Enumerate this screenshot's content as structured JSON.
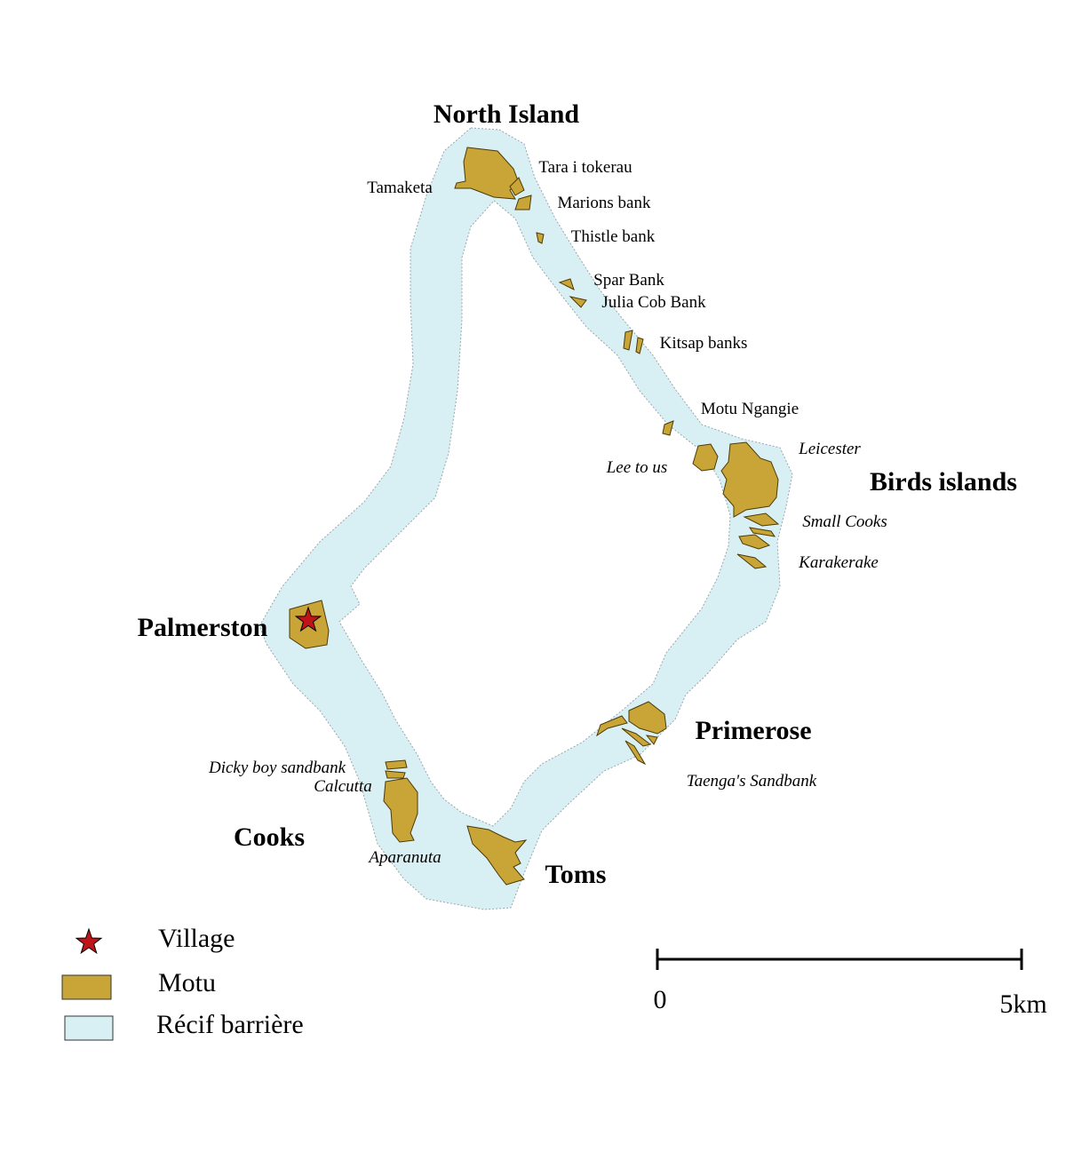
{
  "colors": {
    "reef": "#d8eff4",
    "motu": "#c9a538",
    "motu_stroke": "#4b3a05",
    "village": "#c0141b"
  },
  "major_labels": {
    "north_island": "North Island",
    "birds_islands": "Birds islands",
    "palmerston": "Palmerston",
    "primerose": "Primerose",
    "cooks": "Cooks",
    "toms": "Toms"
  },
  "minor_labels": {
    "tamaketa": "Tamaketa",
    "tara_i_tokerau": "Tara i tokerau",
    "marions_bank": "Marions bank",
    "thistle_bank": "Thistle bank",
    "spar_bank": "Spar Bank",
    "julia_cob_bank": "Julia Cob Bank",
    "kitsap_banks": "Kitsap banks",
    "motu_ngangie": "Motu Ngangie",
    "leicester": "Leicester",
    "lee_to_us": "Lee to us",
    "small_cooks": "Small Cooks",
    "karakerake": "Karakerake",
    "dicky_boy_sandbank": "Dicky boy sandbank",
    "calcutta": "Calcutta",
    "aparanuta": "Aparanuta",
    "taengas_sandbank": "Taenga's Sandbank"
  },
  "legend": {
    "village": "Village",
    "motu": "Motu",
    "reef": "Récif barrière"
  },
  "scale": {
    "start": "0",
    "end": "5km"
  }
}
